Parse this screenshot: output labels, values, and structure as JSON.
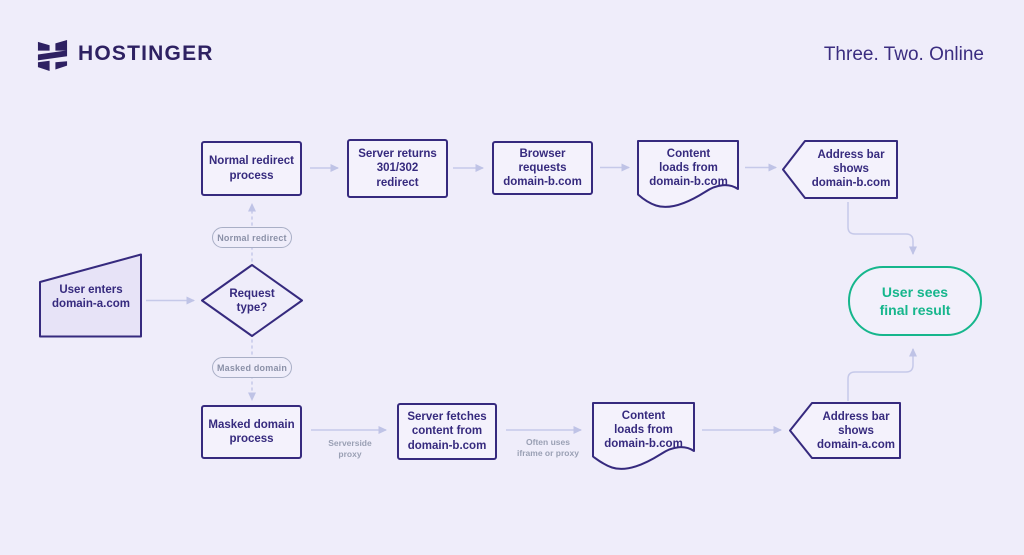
{
  "header": {
    "brand": "HOSTINGER",
    "tagline": "Three. Two. Online"
  },
  "colors": {
    "background": "#efedfa",
    "ink": "#362a7e",
    "arrow": "#c6c9e9",
    "muted_label": "#9aa0b4",
    "pill_border": "#a9afc6",
    "accent_green": "#16b68c",
    "node_fill": "#f4f2fc",
    "start_fill": "#e7e3f7"
  },
  "flowchart": {
    "start": {
      "label": "User enters\ndomain-a.com"
    },
    "decision": {
      "label": "Request\ntype?"
    },
    "branch_labels": {
      "top": "Normal redirect",
      "bottom": "Masked domain"
    },
    "top_path": [
      {
        "label": "Normal redirect\nprocess"
      },
      {
        "label": "Server returns\n301/302\nredirect"
      },
      {
        "label": "Browser\nrequests\ndomain-b.com"
      },
      {
        "label": "Content\nloads from\ndomain-b.com"
      },
      {
        "label": "Address bar\nshows\ndomain-b.com"
      }
    ],
    "bottom_path": [
      {
        "label": "Masked domain\nprocess"
      },
      {
        "label": "Server fetches\ncontent from\ndomain-b.com"
      },
      {
        "label": "Content\nloads from\ndomain-b.com"
      },
      {
        "label": "Address bar\nshows\ndomain-a.com"
      }
    ],
    "edge_labels": {
      "serverside": "Serverside\nproxy",
      "iframe": "Often uses\niframe or proxy"
    },
    "end": {
      "label": "User sees\nfinal result"
    }
  }
}
